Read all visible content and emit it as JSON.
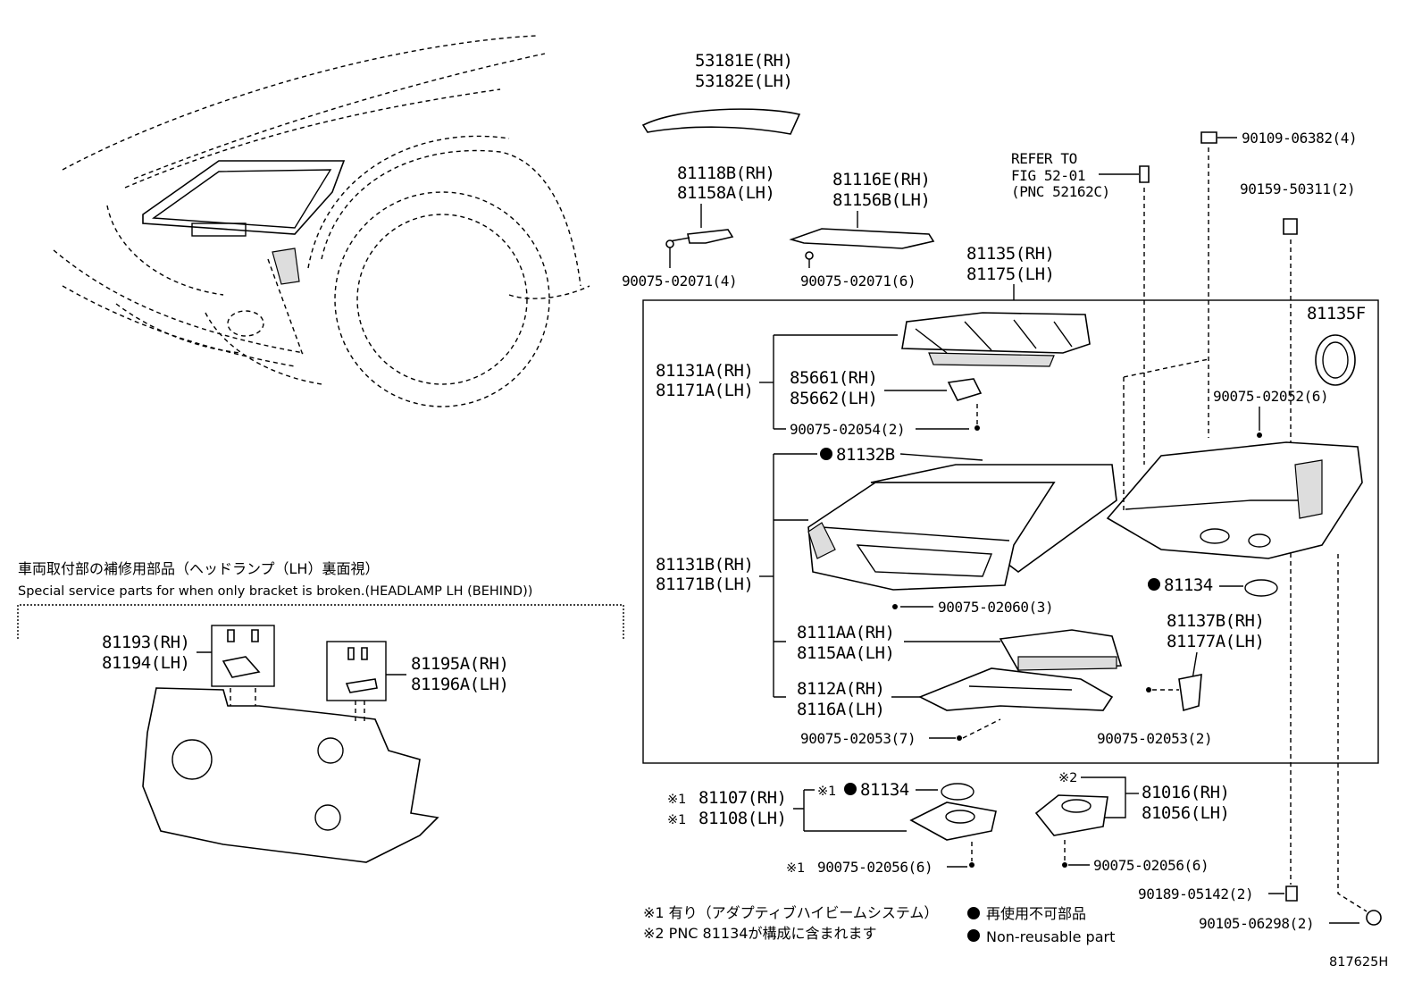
{
  "diagram": {
    "figure_id": "817625H",
    "parts": {
      "p53181e": [
        "53181E(RH)",
        "53182E(LH)"
      ],
      "p81118b": [
        "81118B(RH)",
        "81158A(LH)"
      ],
      "p90075_02071_4": "90075-02071(4)",
      "p81116e": [
        "81116E(RH)",
        "81156B(LH)"
      ],
      "p90075_02071_6": "90075-02071(6)",
      "refer": [
        "REFER TO",
        "FIG 52-01",
        "(PNC 52162C)"
      ],
      "p90109": "90109-06382(4)",
      "p90159": "90159-50311(2)",
      "p81135": [
        "81135(RH)",
        "81175(LH)"
      ],
      "p81135f": "81135F",
      "p81131a": [
        "81131A(RH)",
        "81171A(LH)"
      ],
      "p85661": [
        "85661(RH)",
        "85662(LH)"
      ],
      "p90075_02054": "90075-02054(2)",
      "p90075_02052": "90075-02052(6)",
      "p81132b": "81132B",
      "p81131b": [
        "81131B(RH)",
        "81171B(LH)"
      ],
      "p90075_02060": "90075-02060(3)",
      "p81134": "81134",
      "p81137b": [
        "81137B(RH)",
        "81177A(LH)"
      ],
      "p8111aa": [
        "8111AA(RH)",
        "8115AA(LH)"
      ],
      "p8112a": [
        "8112A(RH)",
        "8116A(LH)"
      ],
      "p90075_02053_7": "90075-02053(7)",
      "p90075_02053_2": "90075-02053(2)",
      "p81107": [
        "81107(RH)",
        "81108(LH)"
      ],
      "p81134b": "81134",
      "p81016": [
        "81016(RH)",
        "81056(LH)"
      ],
      "p90075_02056a": "90075-02056(6)",
      "p90075_02056b": "90075-02056(6)",
      "p90189": "90189-05142(2)",
      "p90105": "90105-06298(2)",
      "p81193": [
        "81193(RH)",
        "81194(LH)"
      ],
      "p81195a": [
        "81195A(RH)",
        "81196A(LH)"
      ]
    },
    "marks": {
      "ref1": "※1",
      "ref2": "※2"
    },
    "special": {
      "jp": "車両取付部の補修用部品（ヘッドランプ（LH）裏面視）",
      "en": "Special service parts for when only bracket is broken.(HEADLAMP LH (BEHIND))"
    },
    "legend": {
      "note1": "※1 有り（アダプティブハイビームシステム）",
      "note2": "※2 PNC 81134が構成に含まれます",
      "nonreusable_jp": "再使用不可部品",
      "nonreusable_en": "Non-reusable part"
    }
  }
}
